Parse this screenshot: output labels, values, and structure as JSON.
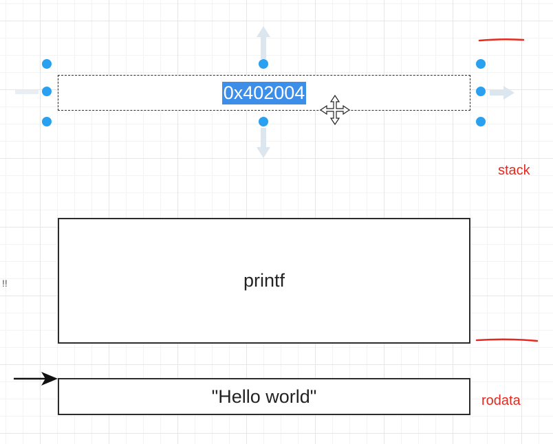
{
  "diagram": {
    "pointer_box": {
      "label": "0x402004",
      "selected": true
    },
    "function_box": {
      "label": "printf"
    },
    "string_box": {
      "label": "\"Hello world\""
    },
    "annotations": {
      "stack_label": "stack",
      "rodata_label": "rodata"
    },
    "stray_mark": "!!"
  },
  "colors": {
    "handle": "#29a0f0",
    "selection": "#3d8ee8",
    "annotation": "#e32a20",
    "stroke": "#2b2b2b"
  },
  "icons": {
    "cursor": "move-cursor-icon",
    "connector_arrows": "connection-arrow-icon"
  }
}
